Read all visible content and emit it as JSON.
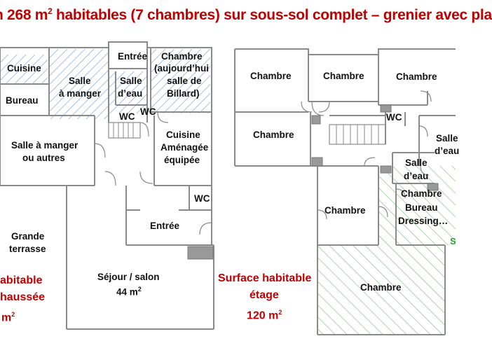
{
  "title": {
    "part1": "n 268 m",
    "sup": "2",
    "part2": " habitables (7 chambres) sur sous-sol complet – grenier  avec pla"
  },
  "ground_floor": {
    "rooms": {
      "cuisine": "Cuisine",
      "salle_a_manger_1": "Salle",
      "salle_a_manger_2": "à manger",
      "entree_top": "Entrée",
      "salle_deau_1": "Salle",
      "salle_deau_2": "d’eau",
      "chambre_billard_1": "Chambre",
      "chambre_billard_2": "(aujourd’hui",
      "chambre_billard_3": "salle de",
      "chambre_billard_4": "Billard)",
      "bureau": "Bureau",
      "wc_a": "WC",
      "wc_b": "WC",
      "salle_autres_1": "Salle à manger",
      "salle_autres_2": "ou autres",
      "cuisine_am_1": "Cuisine",
      "cuisine_am_2": "Aménagée",
      "cuisine_am_3": "équipée",
      "wc_c": "WC",
      "entree_bottom": "Entrée",
      "terrasse_1": "Grande",
      "terrasse_2": "terrasse",
      "sejour_1": "Séjour / salon",
      "sejour_2": "44 m",
      "sejour_sup": "2"
    },
    "surface": {
      "line1": "abitable",
      "line2": "haussée",
      "line3": "m",
      "sup": "2"
    }
  },
  "upper_floor": {
    "rooms": {
      "chambre_a": "Chambre",
      "chambre_b": "Chambre",
      "chambre_c": "Chambre",
      "chambre_d": "Chambre",
      "wc": "WC",
      "salle_deau_right_1": "Salle",
      "salle_deau_right_2": "d’eau",
      "salle_deau_small_1": "Salle",
      "salle_deau_small_2": "d’eau",
      "chambre_e": "Chambre",
      "chambre_bureau_1": "Chambre",
      "chambre_bureau_2": "Bureau",
      "chambre_bureau_3": "Dressing…",
      "chambre_f": "Chambre"
    },
    "surface": {
      "line1": "Surface habitable",
      "line2": "étage",
      "line3": "120 m",
      "sup": "2"
    },
    "edge_letter": "S"
  },
  "colors": {
    "title": "#c00000",
    "walls": "#8a8a8a",
    "hatch_blue": "#7f9ec9",
    "hatch_green": "#8cc08c",
    "text": "#111111"
  }
}
